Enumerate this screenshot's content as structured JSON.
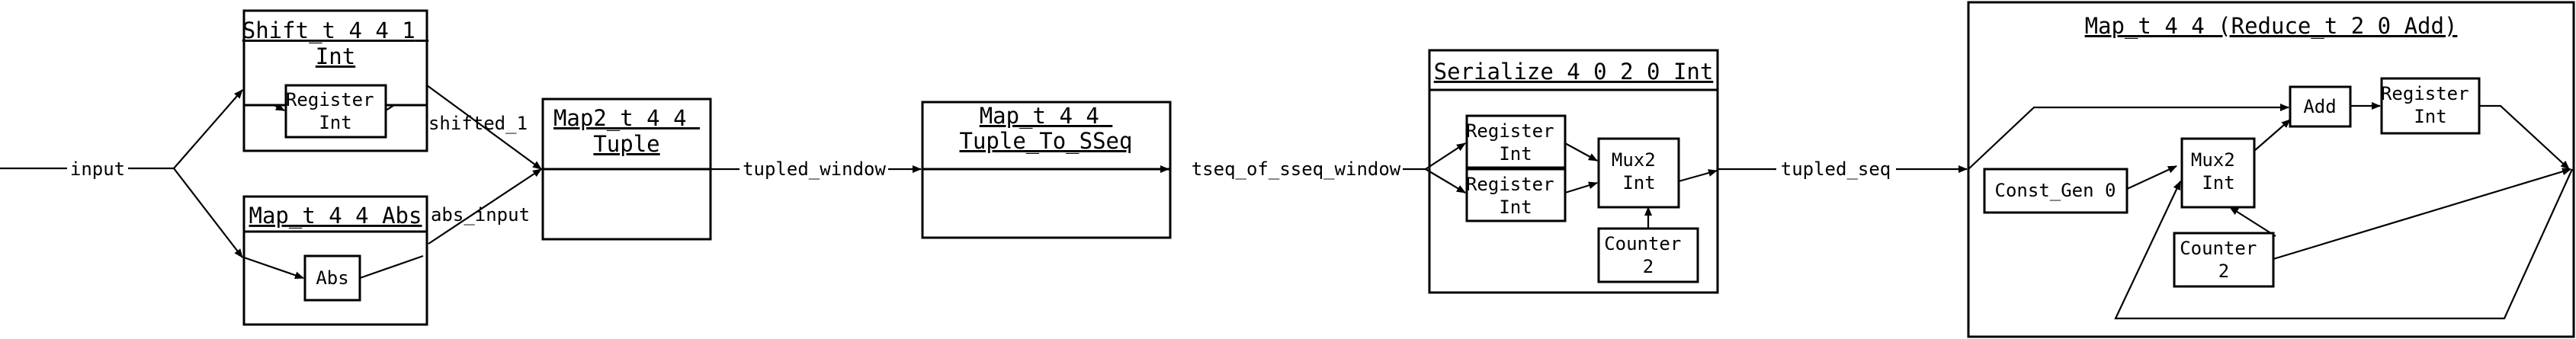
{
  "edges": {
    "input": "input",
    "shifted": "shifted_1",
    "abs_input": "abs_input",
    "tupled_window": "tupled_window",
    "tseq": "tseq_of_sseq_window",
    "tupled_seq": "tupled_seq"
  },
  "shift": {
    "title": [
      "Shift_t 4 4 1",
      "Int"
    ],
    "register": [
      "Register",
      "Int"
    ]
  },
  "map_abs": {
    "title": [
      "Map_t 4 4 Abs"
    ],
    "abs": "Abs"
  },
  "map2": {
    "title": [
      "Map2_t 4 4",
      "Tuple"
    ]
  },
  "map_sseq": {
    "title": [
      "Map_t 4 4",
      "Tuple_To_SSeq"
    ]
  },
  "serialize": {
    "title": [
      "Serialize 4 0 2 0 Int"
    ],
    "register_top": [
      "Register",
      "Int"
    ],
    "register_bottom": [
      "Register",
      "Int"
    ],
    "mux": [
      "Mux2",
      "Int"
    ],
    "counter": [
      "Counter",
      "2"
    ]
  },
  "reduce": {
    "title": [
      "Map_t 4 4 (Reduce_t 2 0 Add)"
    ],
    "const_gen": "Const_Gen 0",
    "mux": [
      "Mux2",
      "Int"
    ],
    "add": "Add",
    "register": [
      "Register",
      "Int"
    ],
    "counter": [
      "Counter",
      "2"
    ]
  }
}
